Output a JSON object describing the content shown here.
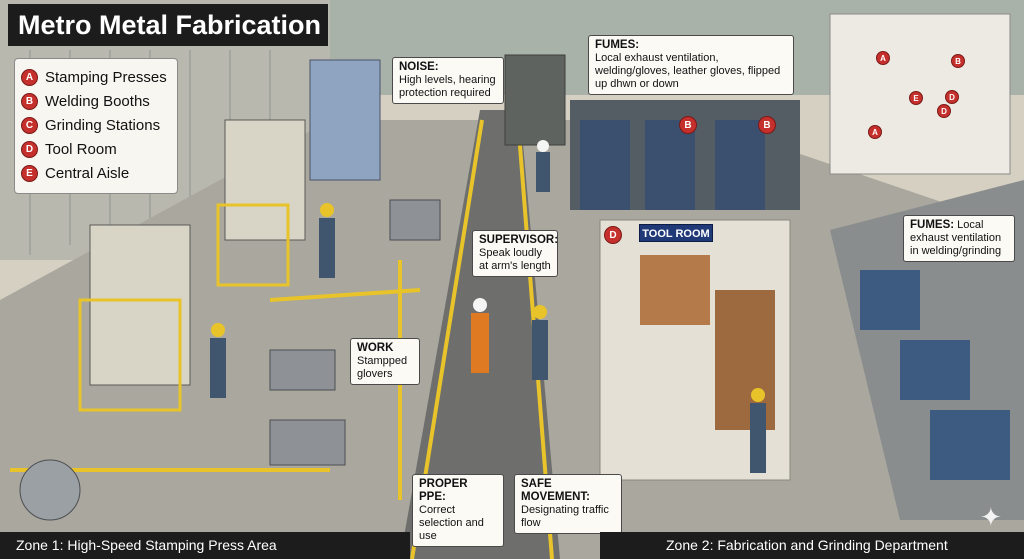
{
  "title": "Metro Metal Fabrication",
  "legend": [
    {
      "letter": "A",
      "label": "Stamping Presses"
    },
    {
      "letter": "B",
      "label": "Welding Booths"
    },
    {
      "letter": "C",
      "label": "Grinding Stations"
    },
    {
      "letter": "D",
      "label": "Tool Room"
    },
    {
      "letter": "E",
      "label": "Central Aisle"
    }
  ],
  "callouts": {
    "noise": {
      "title": "NOISE:",
      "text": "High levels, hearing protection required"
    },
    "fumes_top": {
      "title": "FUMES:",
      "text": "Local exhaust ventilation, welding/gloves, leather gloves, flipped up dhwn or down"
    },
    "fumes_right": {
      "title": "FUMES:",
      "text": "Local exhaust ventilation in welding/grinding"
    },
    "supervisor": {
      "title": "SUPERVISOR:",
      "text": "Speak loudly at arm's length"
    },
    "work": {
      "title": "WORK",
      "text": "Stampped glovers"
    },
    "ppe": {
      "title": "PROPER PPE:",
      "text": "Correct selection and use"
    },
    "movement": {
      "title": "SAFE MOVEMENT:",
      "text": "Designating traffic flow"
    }
  },
  "tool_room_sign": "TOOL ROOM",
  "scene_badges": {
    "booth_b1": "B",
    "booth_b2": "B",
    "tool_room_d": "D"
  },
  "minimap_badges": {
    "a1": "A",
    "a2": "A",
    "b": "B",
    "e": "E",
    "d1": "D",
    "d2": "D"
  },
  "zones": {
    "zone1": "Zone 1: High-Speed Stamping Press Area",
    "zone2": "Zone 2: Fabrication and Grinding Department"
  },
  "colors": {
    "legend_badge": "#c5302c",
    "title_bg": "#1c1c1c",
    "safety_yellow": "#e8c42a",
    "tool_sign": "#203a78"
  }
}
